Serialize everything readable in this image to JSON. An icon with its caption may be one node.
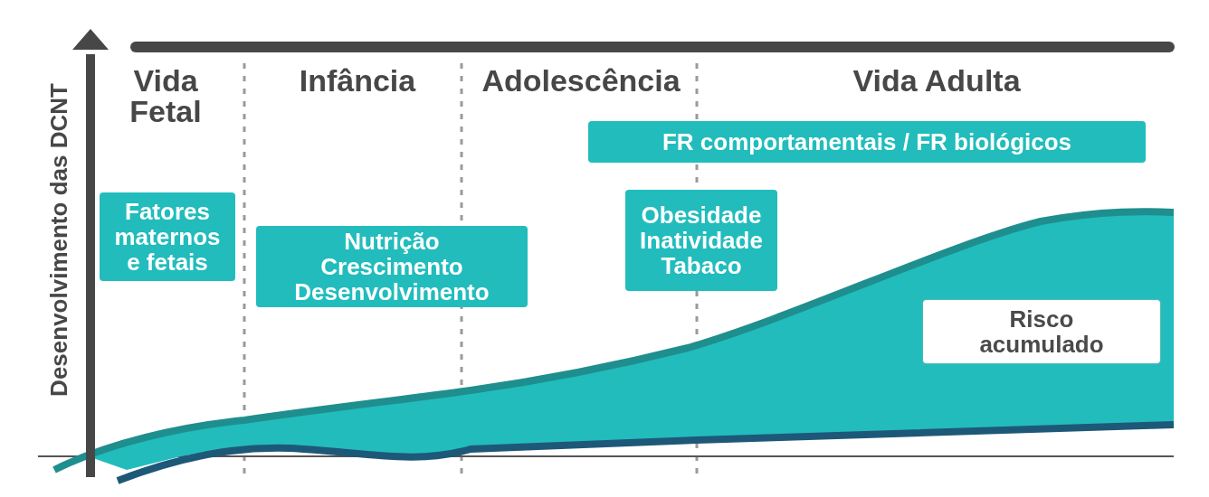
{
  "diagram": {
    "nodes": [
      {
        "text": [
          "FR comportamentais / FR biológicos"
        ]
      },
      {
        "text": [
          "Fatores maternos e fetais"
        ]
      },
      {
        "text": [
          "Nutrição Crescimento Desenvolvimento"
        ]
      },
      {
        "text": [
          "Obesidade Inatividade Tabaco"
        ]
      },
      {
        "text": [
          "Risco acumulado"
        ]
      }
    ],
    "labels": [
      "Desenvolvimento das DCNT",
      "Vida Fetal",
      "Infância",
      "Adolescência",
      "Vida Adulta"
    ]
  }
}
